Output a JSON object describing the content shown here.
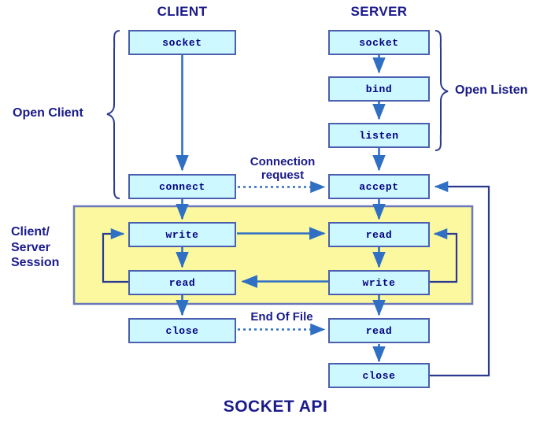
{
  "titles": {
    "client": "CLIENT",
    "server": "SERVER",
    "footer": "SOCKET API"
  },
  "colors": {
    "box_fill": "#cdf8ff",
    "box_border": "#4a5fae",
    "session_fill": "#fbf8a0",
    "session_border": "#6b79b8",
    "arrow": "#2f6fc4",
    "text": "#000080",
    "heading": "#1a1a8c",
    "background": "#ffffff"
  },
  "groups": [
    {
      "id": "open-client",
      "label": "Open Client",
      "side": "left"
    },
    {
      "id": "open-listen",
      "label": "Open Listen",
      "side": "right"
    },
    {
      "id": "client-server-session",
      "label": "Client/\nServer\nSession",
      "line1": "Client/",
      "line2": "Server",
      "line3": "Session",
      "side": "left"
    }
  ],
  "client_nodes": [
    {
      "id": "client-socket",
      "label": "socket"
    },
    {
      "id": "client-connect",
      "label": "connect"
    },
    {
      "id": "client-write",
      "label": "write"
    },
    {
      "id": "client-read",
      "label": "read"
    },
    {
      "id": "client-close",
      "label": "close"
    }
  ],
  "server_nodes": [
    {
      "id": "server-socket",
      "label": "socket"
    },
    {
      "id": "server-bind",
      "label": "bind"
    },
    {
      "id": "server-listen",
      "label": "listen"
    },
    {
      "id": "server-accept",
      "label": "accept"
    },
    {
      "id": "server-read-1",
      "label": "read"
    },
    {
      "id": "server-write",
      "label": "write"
    },
    {
      "id": "server-read-2",
      "label": "read"
    },
    {
      "id": "server-close",
      "label": "close"
    }
  ],
  "edge_labels": [
    {
      "id": "connection-request",
      "line1": "Connection",
      "line2": "request"
    },
    {
      "id": "end-of-file",
      "line1": "End Of File",
      "line2": ""
    }
  ]
}
